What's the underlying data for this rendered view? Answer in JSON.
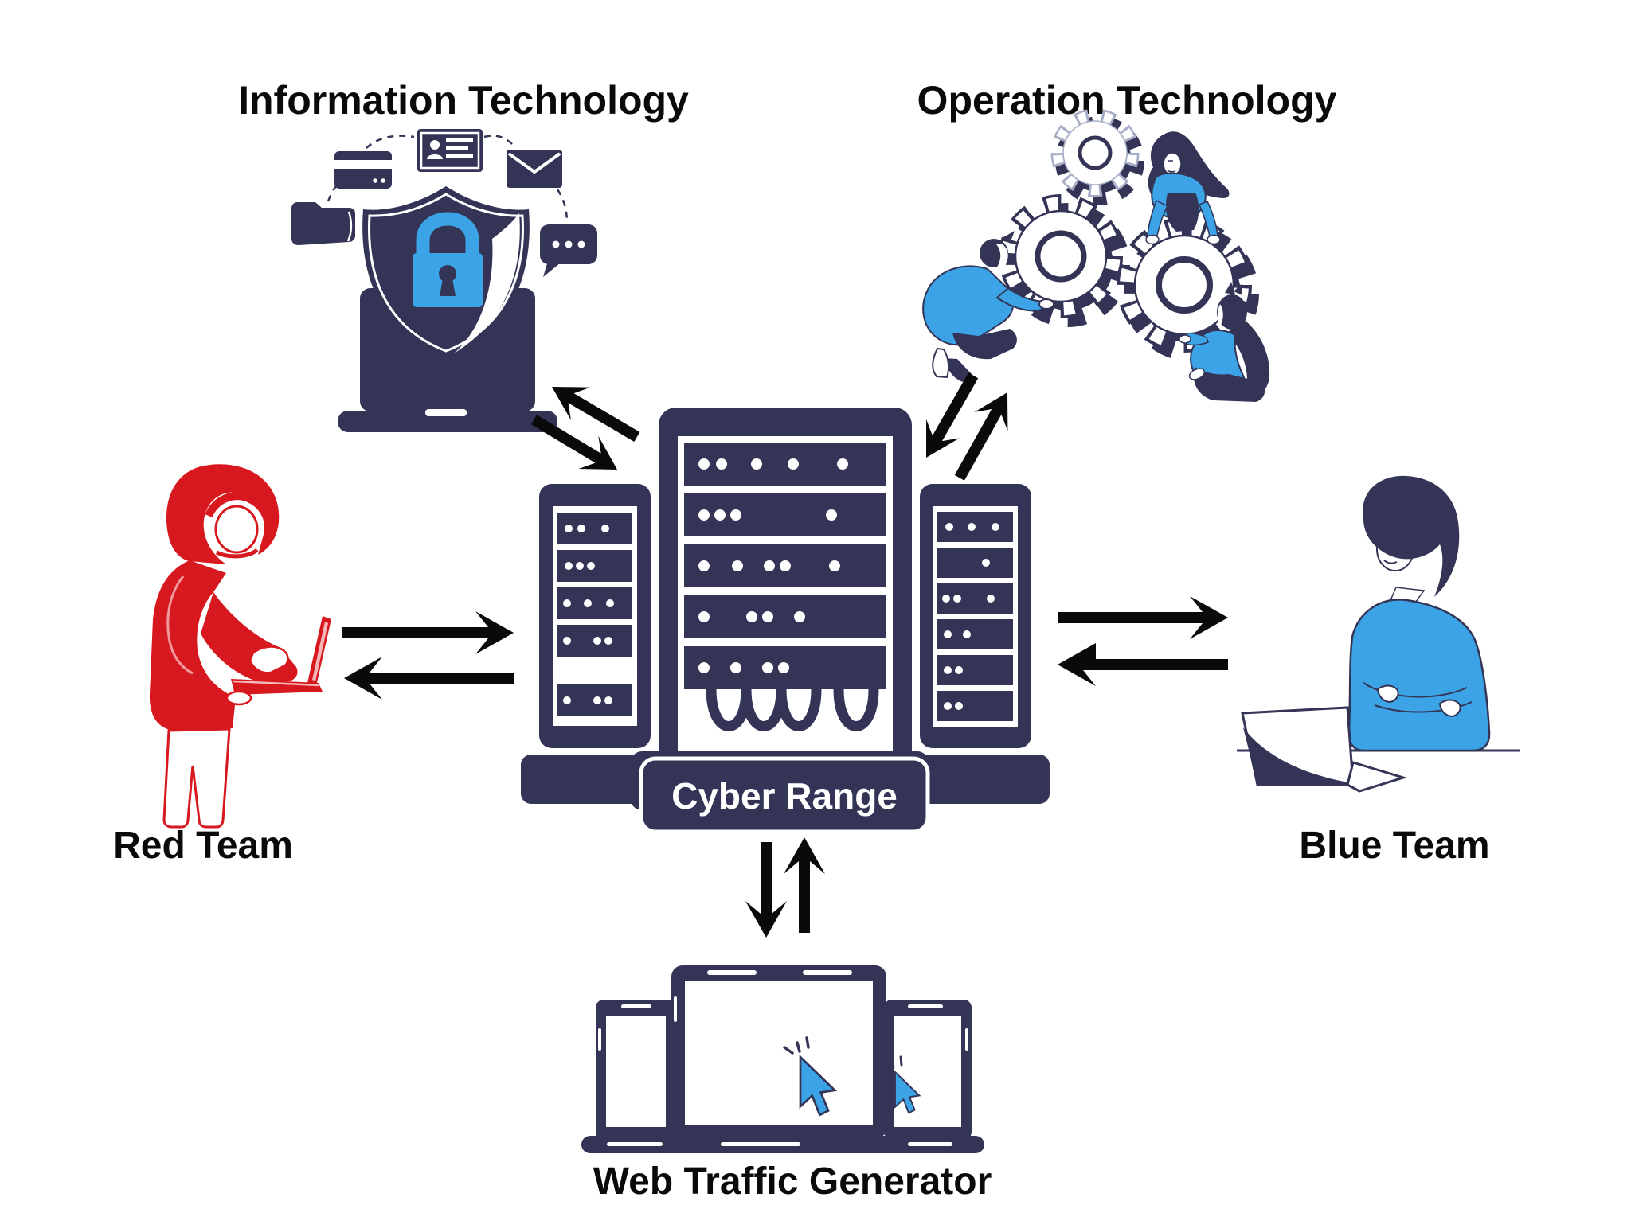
{
  "colors": {
    "navy": "#333456",
    "blue": "#3BA3E6",
    "red": "#D7181E",
    "black": "#0A0A0A",
    "white": "#FFFFFF",
    "light": "#A7ADC6",
    "shadow": "#B9BDC9"
  },
  "nodes": {
    "information_technology": {
      "label": "Information Technology",
      "icon": "shield-lock-laptop-illustration"
    },
    "operation_technology": {
      "label": "Operation Technology",
      "icon": "gears-teamwork-illustration"
    },
    "red_team": {
      "label": "Red Team",
      "icon": "hooded-hacker-illustration"
    },
    "blue_team": {
      "label": "Blue Team",
      "icon": "analyst-with-laptop-illustration"
    },
    "cyber_range": {
      "label": "Cyber Range",
      "icon": "server-racks-illustration"
    },
    "web_traffic_generator": {
      "label": "Web Traffic Generator",
      "icon": "devices-cursors-illustration"
    }
  },
  "connections": [
    {
      "from": "red_team",
      "to": "cyber_range",
      "style": "double-headed-horizontal-black-arrows"
    },
    {
      "from": "cyber_range",
      "to": "blue_team",
      "style": "double-headed-horizontal-black-arrows"
    },
    {
      "from": "information_technology",
      "to": "cyber_range",
      "style": "double-diagonal-black-arrows"
    },
    {
      "from": "operation_technology",
      "to": "cyber_range",
      "style": "double-diagonal-black-arrows"
    },
    {
      "from": "cyber_range",
      "to": "web_traffic_generator",
      "style": "double-vertical-black-arrows"
    }
  ]
}
